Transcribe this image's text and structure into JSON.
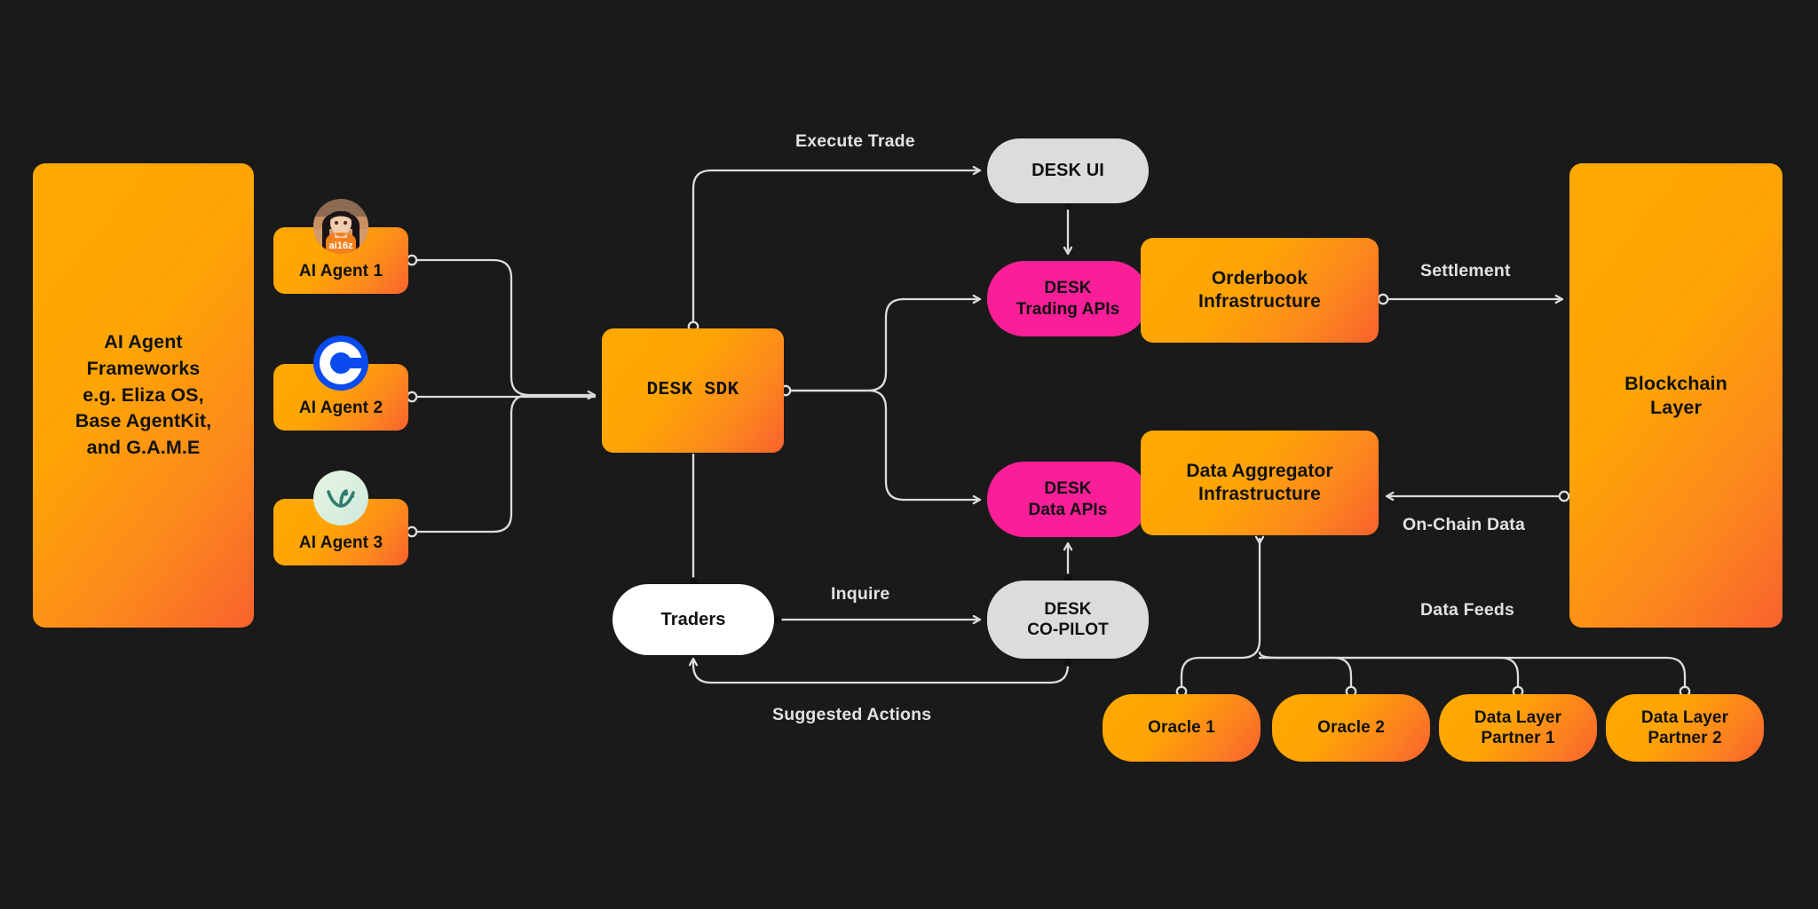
{
  "canvas": {
    "background": "#1a1a1a",
    "edge_color": "#dcdcdc",
    "accent_orange_from": "#ffa900",
    "accent_orange_to": "#f9622e",
    "accent_pink": "#fa1f98",
    "node_gray": "#dcdcdc",
    "node_white": "#ffffff",
    "node_text": "#111111",
    "label_text": "#e2e2e2"
  },
  "nodes": {
    "framework_panel": {
      "label": "AI Agent\nFrameworks\ne.g. Eliza OS,\nBase AgentKit,\nand G.A.M.E"
    },
    "agent1": {
      "label": "AI Agent 1",
      "avatar": "ai16z-avatar-icon"
    },
    "agent2": {
      "label": "AI Agent 2",
      "avatar": "coinbase-agentkit-icon"
    },
    "agent3": {
      "label": "AI Agent 3",
      "avatar": "game-virtuals-icon"
    },
    "desk_sdk": {
      "label": "DESK SDK"
    },
    "desk_ui": {
      "label": "DESK UI"
    },
    "trading_apis": {
      "label": "DESK\nTrading APIs"
    },
    "data_apis": {
      "label": "DESK\nData APIs"
    },
    "orderbook": {
      "label": "Orderbook\nInfrastructure"
    },
    "aggregator": {
      "label": "Data Aggregator\nInfrastructure"
    },
    "blockchain": {
      "label": "Blockchain\nLayer"
    },
    "traders": {
      "label": "Traders"
    },
    "copilot": {
      "label": "DESK\nCO-PILOT"
    },
    "oracle1": {
      "label": "Oracle 1"
    },
    "oracle2": {
      "label": "Oracle 2"
    },
    "partner1": {
      "label": "Data Layer\nPartner 1"
    },
    "partner2": {
      "label": "Data Layer\nPartner 2"
    }
  },
  "edge_labels": {
    "execute_trade": "Execute Trade",
    "settlement": "Settlement",
    "on_chain_data": "On-Chain Data",
    "inquire": "Inquire",
    "suggested_actions": "Suggested Actions",
    "data_feeds": "Data Feeds"
  },
  "edges": [
    {
      "from": "agent1",
      "to": "desk_sdk",
      "label": ""
    },
    {
      "from": "agent2",
      "to": "desk_sdk",
      "label": ""
    },
    {
      "from": "agent3",
      "to": "desk_sdk",
      "label": ""
    },
    {
      "from": "desk_sdk",
      "to": "desk_ui",
      "label": "Execute Trade"
    },
    {
      "from": "desk_ui",
      "to": "trading_apis",
      "label": ""
    },
    {
      "from": "desk_sdk",
      "to": "trading_apis",
      "label": ""
    },
    {
      "from": "desk_sdk",
      "to": "data_apis",
      "label": ""
    },
    {
      "from": "desk_sdk",
      "to": "traders",
      "label": ""
    },
    {
      "from": "orderbook",
      "to": "blockchain",
      "label": "Settlement"
    },
    {
      "from": "blockchain",
      "to": "aggregator",
      "label": "On-Chain Data"
    },
    {
      "from": "traders",
      "to": "copilot",
      "label": "Inquire"
    },
    {
      "from": "copilot",
      "to": "traders",
      "label": "Suggested Actions"
    },
    {
      "from": "copilot",
      "to": "data_apis",
      "label": ""
    },
    {
      "from": "oracle1",
      "to": "aggregator",
      "label": "Data Feeds"
    },
    {
      "from": "oracle2",
      "to": "aggregator",
      "label": "Data Feeds"
    },
    {
      "from": "partner1",
      "to": "aggregator",
      "label": "Data Feeds"
    },
    {
      "from": "partner2",
      "to": "aggregator",
      "label": "Data Feeds"
    }
  ]
}
